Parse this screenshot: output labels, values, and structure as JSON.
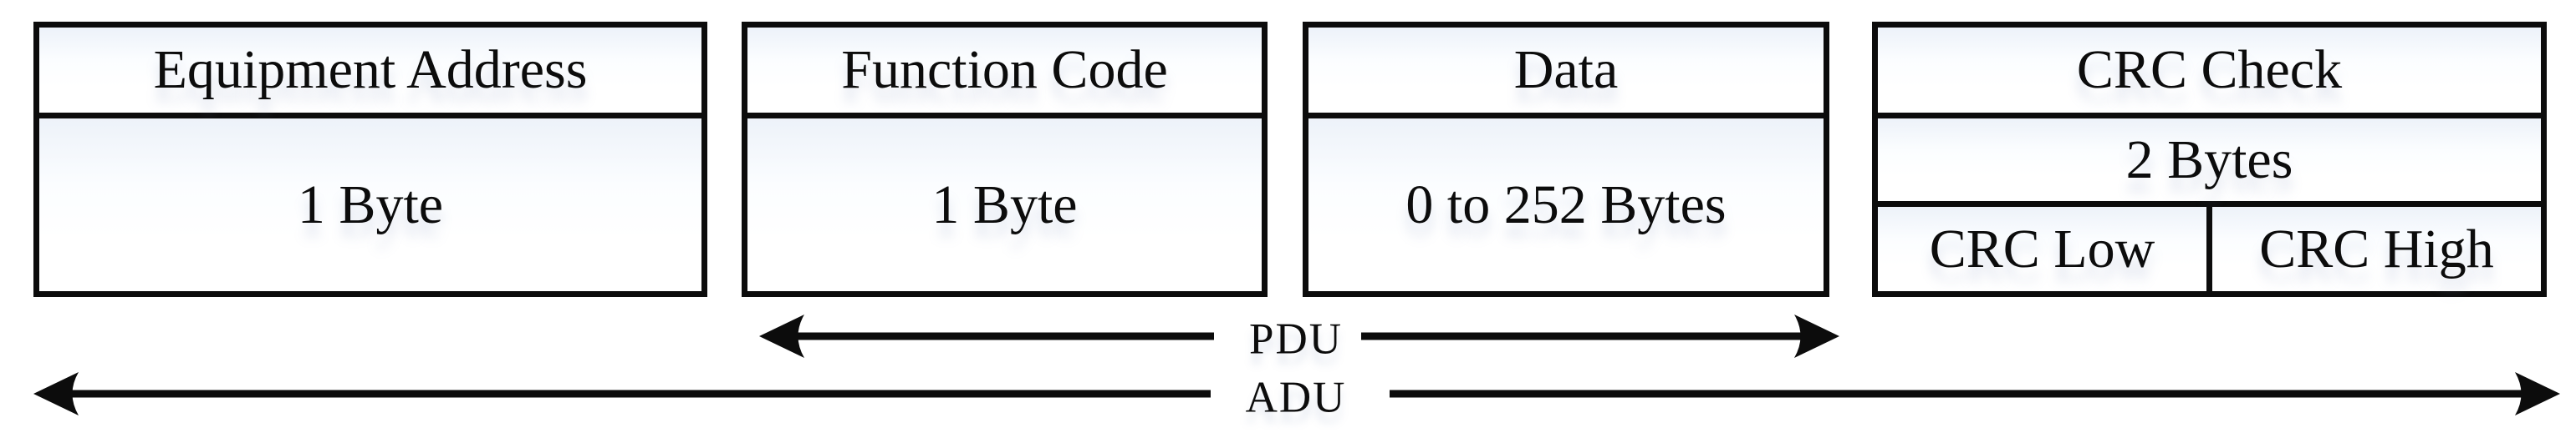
{
  "diagram": {
    "boxes": [
      {
        "title": "Equipment Address",
        "value": "1 Byte"
      },
      {
        "title": "Function Code",
        "value": "1 Byte"
      },
      {
        "title": "Data",
        "value": "0 to 252 Bytes"
      },
      {
        "title": "CRC Check",
        "value": "2 Bytes",
        "cells": [
          {
            "label": "CRC Low"
          },
          {
            "label": "CRC High"
          }
        ]
      }
    ],
    "arrows": [
      {
        "label": "PDU",
        "spans": [
          "Function Code",
          "Data"
        ]
      },
      {
        "label": "ADU",
        "spans": [
          "Equipment Address",
          "Function Code",
          "Data",
          "CRC Check"
        ]
      }
    ],
    "colors": {
      "line": "#0c0c0c",
      "cell_tint_top": "#edf2f9",
      "background": "#ffffff"
    }
  }
}
